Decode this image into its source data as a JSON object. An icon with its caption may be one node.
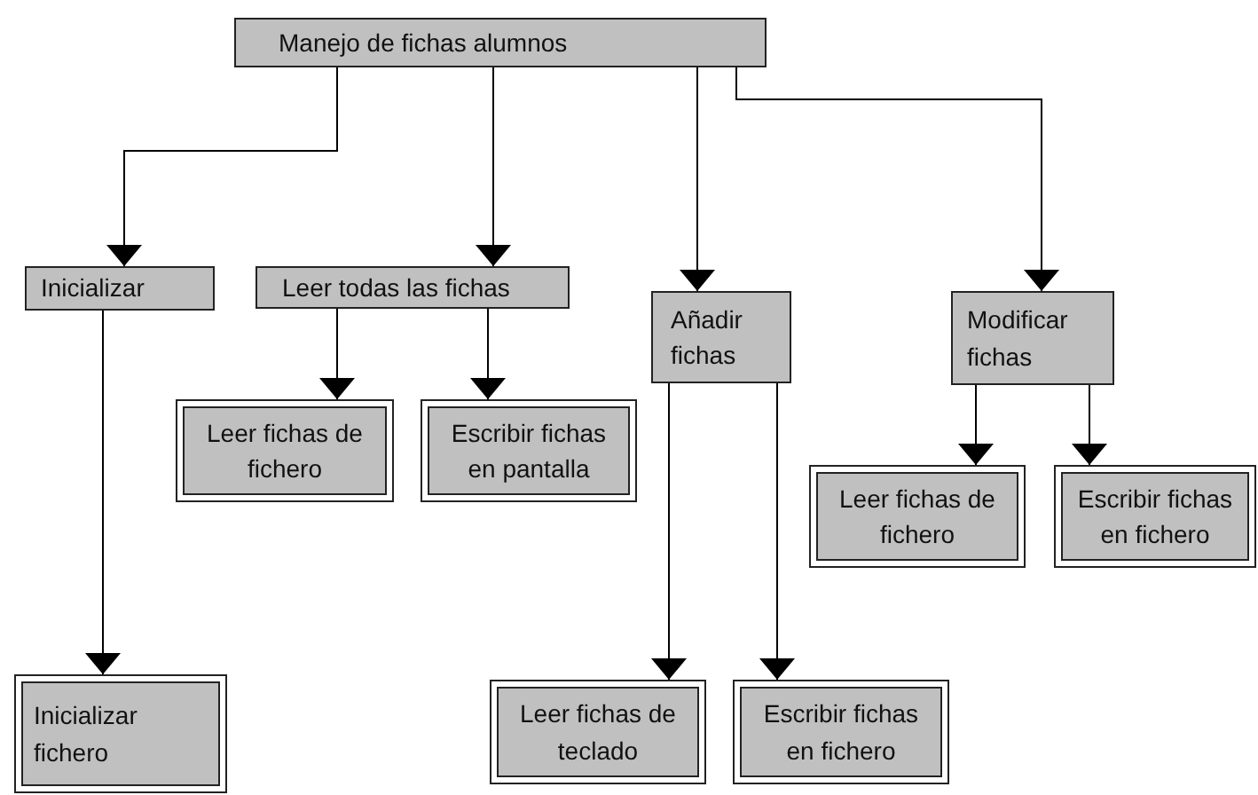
{
  "diagram": {
    "nodes": [
      {
        "text": [
          "Manejo de fichas alumnos"
        ]
      },
      {
        "text": [
          "Inicializar"
        ]
      },
      {
        "text": [
          "Leer todas las fichas"
        ]
      },
      {
        "text": [
          "Añadir fichas"
        ]
      },
      {
        "text": [
          "Modificar fichas"
        ]
      },
      {
        "text": [
          "Leer fichas de fichero"
        ]
      },
      {
        "text": [
          "Escribir fichas en pantalla"
        ]
      },
      {
        "text": [
          "Leer fichas de fichero"
        ]
      },
      {
        "text": [
          "Escribir fichas en fichero"
        ]
      },
      {
        "text": [
          "Inicializar fichero"
        ]
      },
      {
        "text": [
          "Leer fichas de teclado"
        ]
      },
      {
        "text": [
          "Escribir fichas en fichero"
        ]
      }
    ],
    "edges": [
      {
        "from": 0,
        "to": 1,
        "arrow": "to"
      },
      {
        "from": 0,
        "to": 2,
        "arrow": "to"
      },
      {
        "from": 0,
        "to": 3,
        "arrow": "to"
      },
      {
        "from": 0,
        "to": 4,
        "arrow": "to"
      },
      {
        "from": 2,
        "to": 5,
        "arrow": "to"
      },
      {
        "from": 2,
        "to": 6,
        "arrow": "to"
      },
      {
        "from": 1,
        "to": 9,
        "arrow": "to"
      },
      {
        "from": 3,
        "to": 10,
        "arrow": "to"
      },
      {
        "from": 3,
        "to": 11,
        "arrow": "to"
      },
      {
        "from": 4,
        "to": 7,
        "arrow": "to"
      },
      {
        "from": 4,
        "to": 8,
        "arrow": "to"
      }
    ]
  }
}
